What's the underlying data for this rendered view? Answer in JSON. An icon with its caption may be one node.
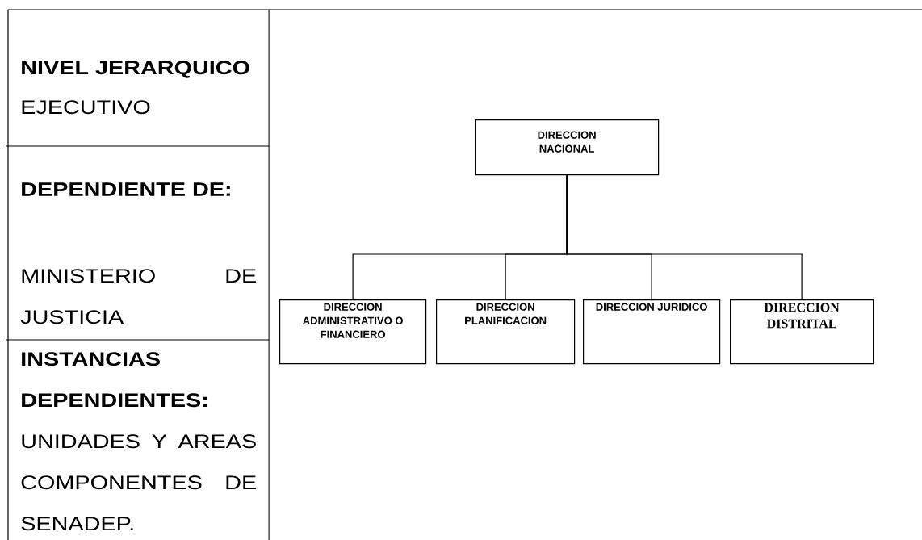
{
  "diagram": {
    "nodes": [
      {
        "text": [
          "DIRECCION NACIONAL"
        ]
      },
      {
        "text": [
          "DIRECCION ADMINISTRATIVO O FINANCIERO"
        ]
      },
      {
        "text": [
          "DIRECCION PLANIFICACION"
        ]
      },
      {
        "text": [
          "DIRECCION JURIDICO"
        ]
      },
      {
        "text": [
          "DIRECCION DISTRITAL"
        ]
      }
    ],
    "edges": [
      {
        "from": 0,
        "to": 1,
        "arrow": "none"
      },
      {
        "from": 0,
        "to": 2,
        "arrow": "none"
      },
      {
        "from": 0,
        "to": 3,
        "arrow": "none"
      },
      {
        "from": 0,
        "to": 4,
        "arrow": "none"
      }
    ],
    "labels": [
      "NIVEL JERARQUICO",
      "EJECUTIVO",
      "DEPENDIENTE DE:",
      "MINISTERIO DE JUSTICIA",
      "INSTANCIAS DEPENDIENTES:",
      "UNIDADES Y AREAS COMPONENTES DE SENADEP."
    ]
  }
}
